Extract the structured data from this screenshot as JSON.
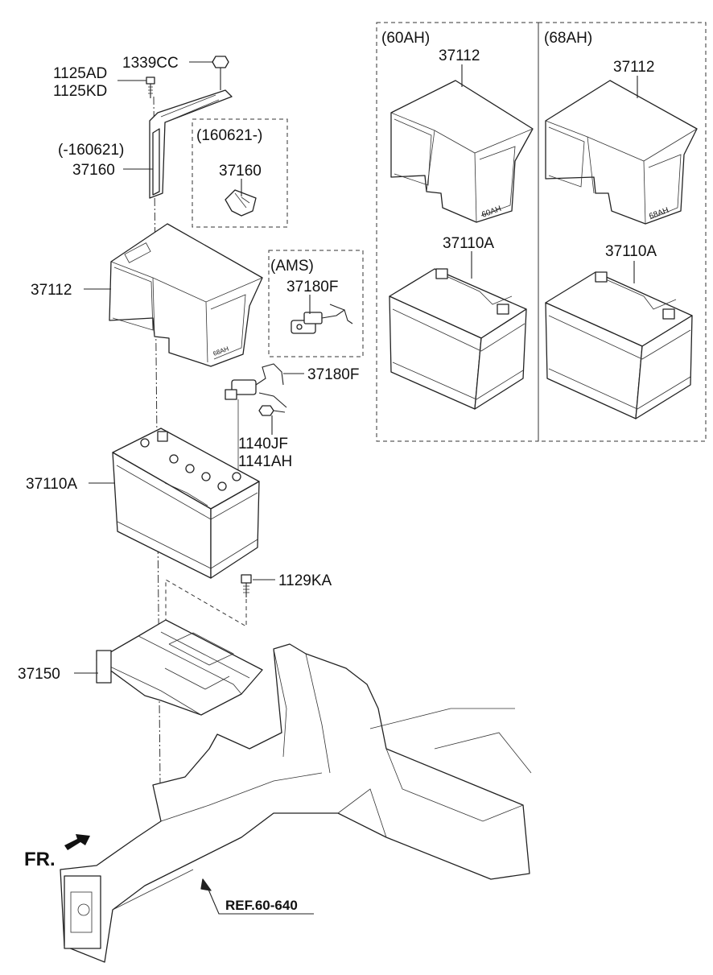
{
  "callouts": {
    "c1339cc": "1339CC",
    "c1125ad": "1125AD",
    "c1125kd": "1125KD",
    "c160621_before": "(-160621)",
    "c37160_left": "37160",
    "c160621_after": "(160621-)",
    "c37160_box": "37160",
    "c37112_left": "37112",
    "cams": "(AMS)",
    "c37180f_box": "37180F",
    "c37180f": "37180F",
    "c1140jf": "1140JF",
    "c1141ah": "1141AH",
    "c37110a_left": "37110A",
    "c1129ka": "1129KA",
    "c37150": "37150",
    "c60ah": "(60AH)",
    "c37112_60": "37112",
    "c37110a_60": "37110A",
    "c68ah": "(68AH)",
    "c37112_68": "37112",
    "c37110a_68": "37110A"
  },
  "markings": {
    "tray_60": "60AH",
    "tray_68": "68AH",
    "tray_main": "68AH"
  },
  "front_label": "FR.",
  "ref_label": "REF.60-640"
}
